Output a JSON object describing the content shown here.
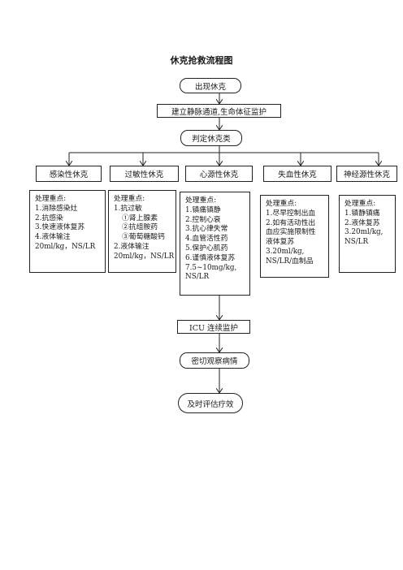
{
  "title": "休克抢救流程图",
  "steps": {
    "onset": "出现休克",
    "access": "建立静脉通道,生命体征监护",
    "judge": "判定休克类"
  },
  "types": [
    {
      "label": "感染性休克",
      "heading": "处理重点:",
      "lines": [
        "1.消除感染灶",
        "2.抗感染",
        "3.快速液体复苏",
        "4.液体输注",
        "20ml/kg，NS/LR"
      ]
    },
    {
      "label": "过敏性休克",
      "heading": "处理重点:",
      "lines": [
        "1.抗过敏",
        "①肾上腺素",
        "②抗组胺药",
        "③葡萄糖酸钙",
        "2.液体输注",
        "20ml/kg，NS/LR"
      ]
    },
    {
      "label": "心源性休克",
      "heading": "处理重点:",
      "lines": [
        "1.镇痛镇静",
        "2.控制心衰",
        "3.抗心律失常",
        "4.血管活性药",
        "5.保护心肌药",
        "6.谨慎液体复苏",
        "7.5~10mg/kg,",
        "NS/LR"
      ]
    },
    {
      "label": "失血性休克",
      "heading": "处理重点:",
      "lines": [
        "1.尽早控制出血",
        "2.如有活动性出",
        "血应实施限制性",
        "液体复苏",
        "3.20ml/kg,",
        "NS/LR/血制品"
      ]
    },
    {
      "label": "神经源性休克",
      "heading": "处理重点:",
      "lines": [
        "1.镇静镇痛",
        "2.液体复苏",
        "3.20ml/kg,",
        "NS/LR"
      ]
    }
  ],
  "after": {
    "icu": "ICU 连续监护",
    "observe": "密切观察病情",
    "evaluate": "及时评估疗效"
  }
}
